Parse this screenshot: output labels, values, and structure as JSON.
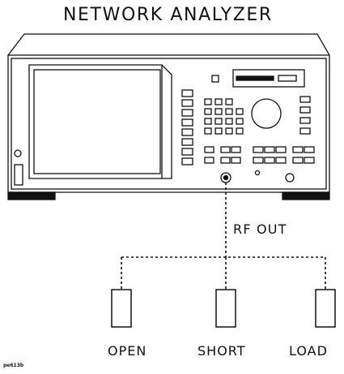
{
  "diagram": {
    "title": "NETWORK ANALYZER",
    "port_label": "RF OUT",
    "standards": [
      "OPEN",
      "SHORT",
      "LOAD"
    ],
    "figure_id": "pe613b",
    "colors": {
      "line": "#111111",
      "background": "#ffffff"
    }
  }
}
